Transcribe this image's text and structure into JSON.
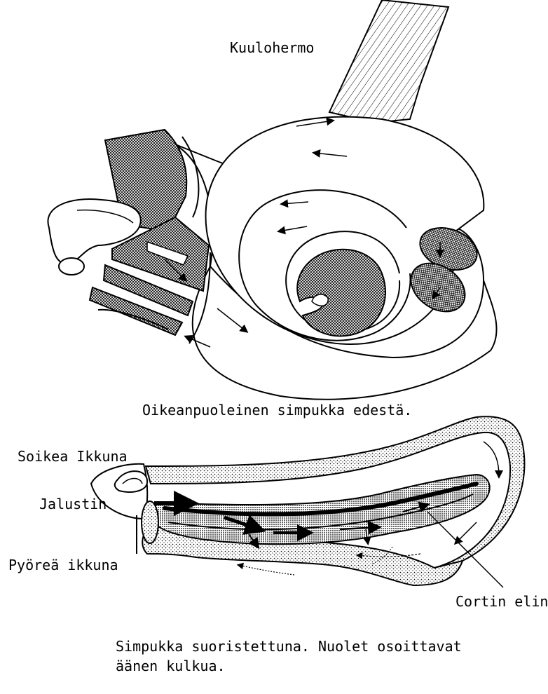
{
  "top": {
    "label_nerve": "Kuulohermo",
    "caption": "Oikeanpuoleinen simpukka edestä."
  },
  "bottom": {
    "label_oval_window": "Soikea Ikkuna",
    "label_stapes": "Jalustin",
    "label_round_window": "Pyöreä ikkuna",
    "label_organ": "Cortin elin",
    "caption_line1": "Simpukka  suoristettuna. Nuolet osoittavat",
    "caption_line2": "äänen kulkua."
  }
}
